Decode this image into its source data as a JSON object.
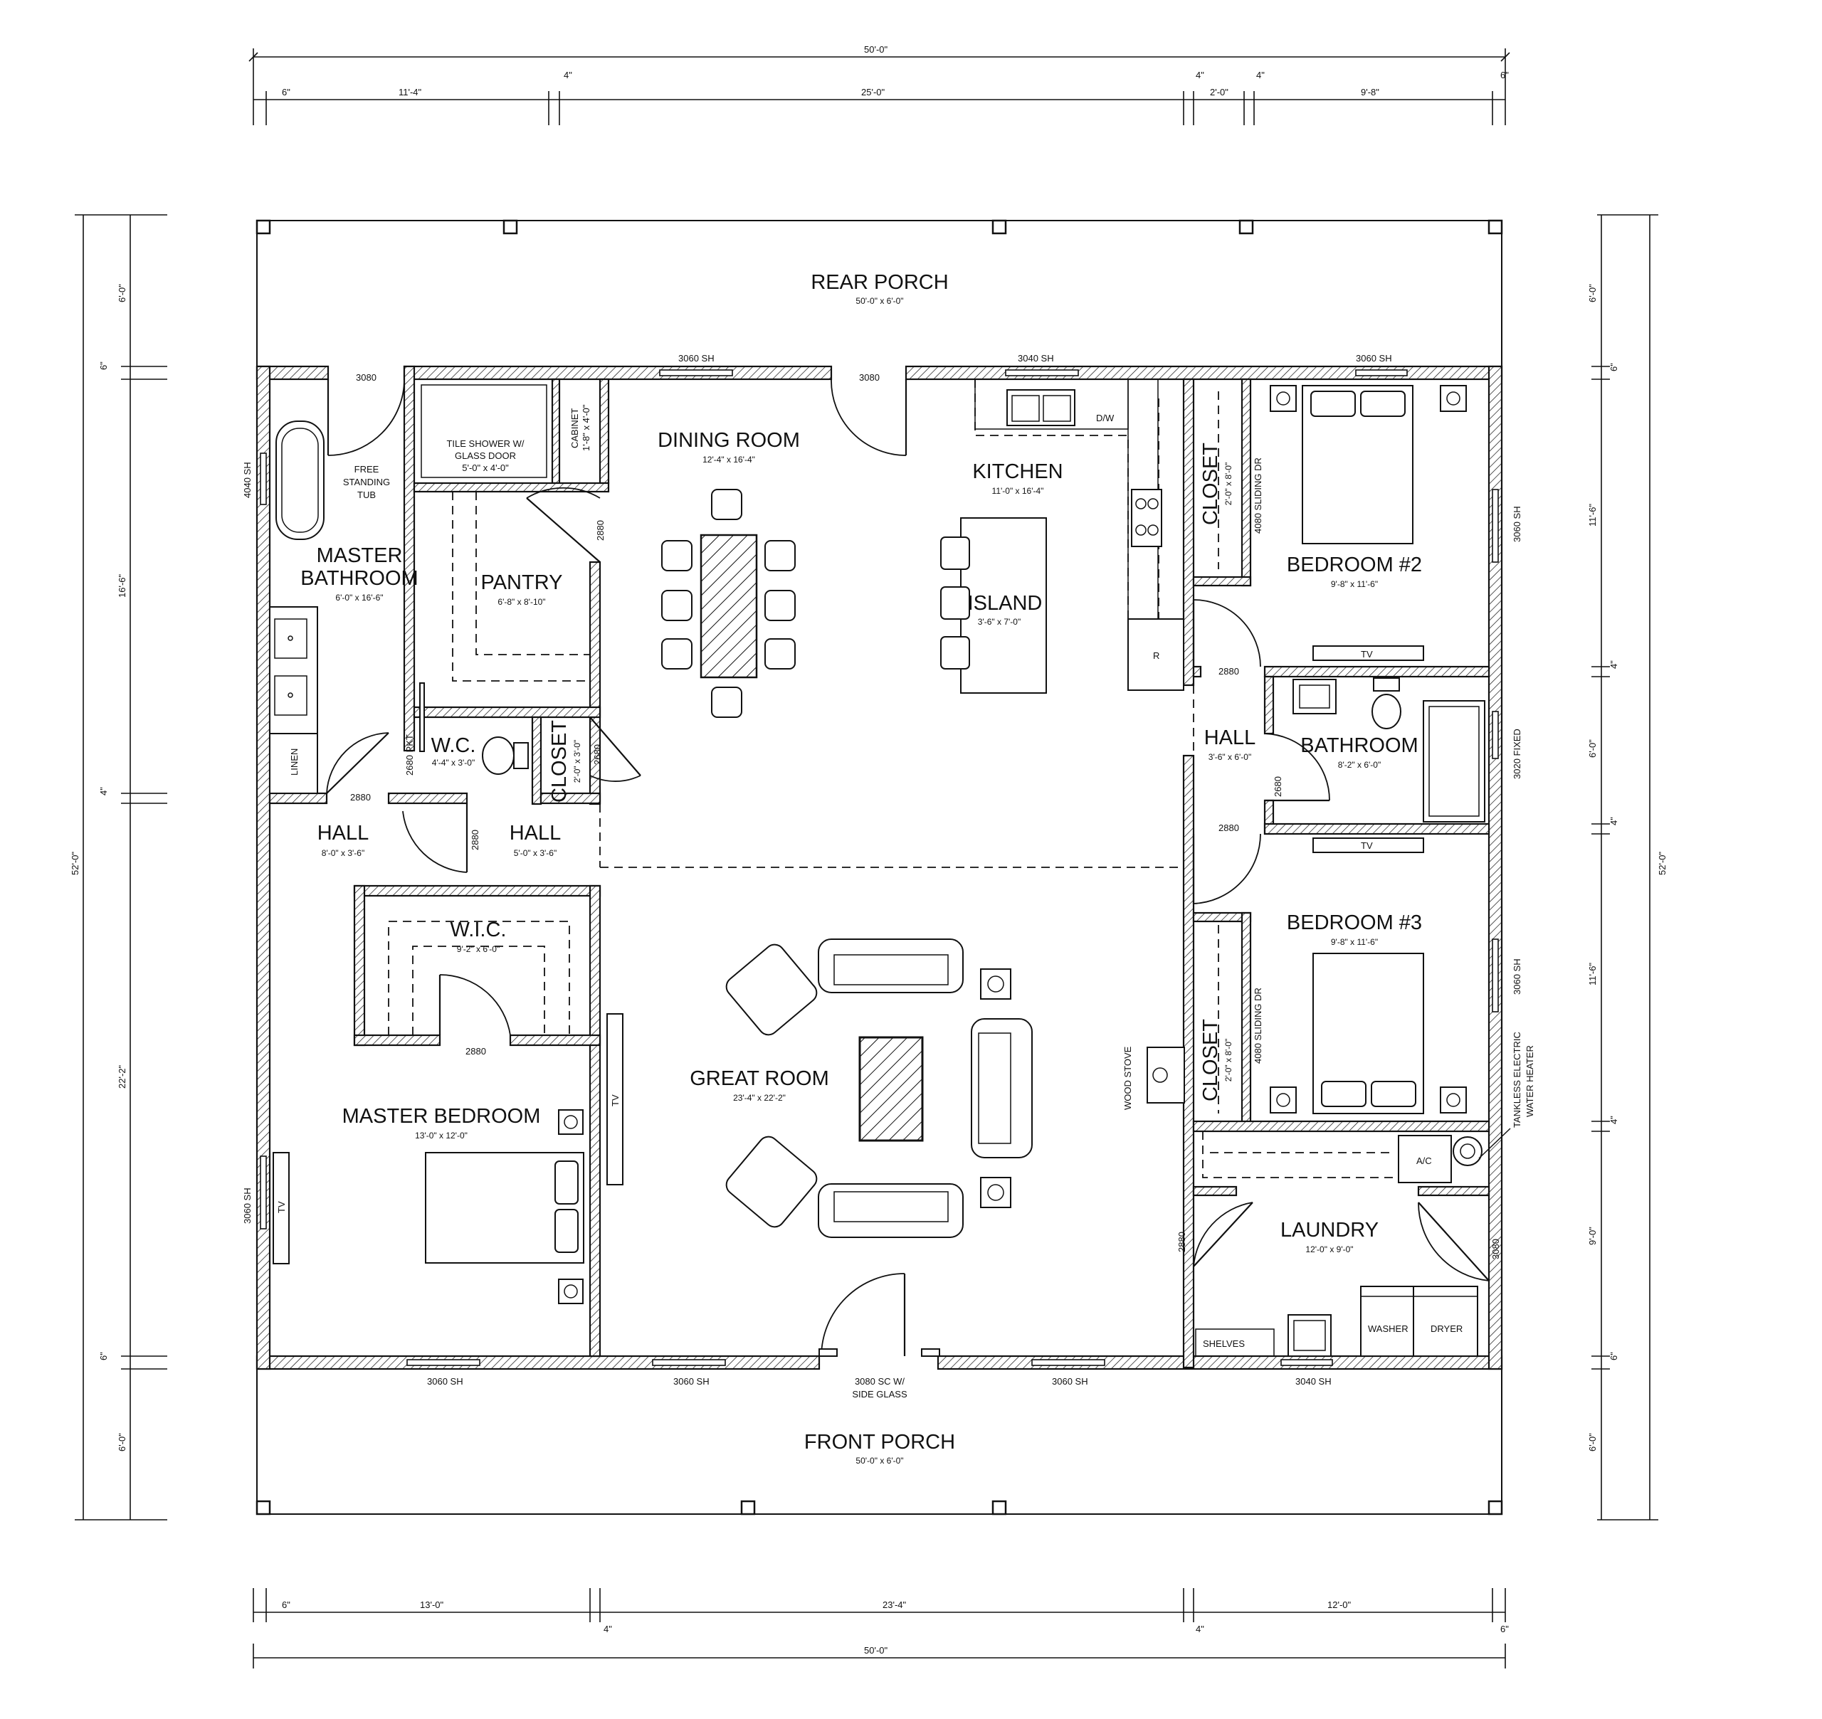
{
  "dimensions": {
    "top_overall": "50'-0\"",
    "top_segments": [
      "6\"",
      "11'-4\"",
      "4\"",
      "25'-0\"",
      "4\"",
      "2'-0\"",
      "4\"",
      "9'-8\"",
      "6\""
    ],
    "bottom_segments": [
      "6\"",
      "13'-0\"",
      "4\"",
      "23'-4\"",
      "4\"",
      "12'-0\"",
      "6\""
    ],
    "bottom_overall": "50'-0\"",
    "left_overall": "52'-0\"",
    "left_segments": [
      "6'-0\"",
      "6\"",
      "16'-6\"",
      "4\"",
      "22'-2\"",
      "6\"",
      "6'-0\""
    ],
    "right_overall": "52'-0\"",
    "right_segments": [
      "6'-0\"",
      "6\"",
      "11'-6\"",
      "4\"",
      "6'-0\"",
      "4\"",
      "11'-6\"",
      "4\"",
      "9'-0\"",
      "6\"",
      "6'-0\""
    ]
  },
  "rooms": {
    "rear_porch": {
      "name": "REAR PORCH",
      "dim": "50'-0\" x 6'-0\""
    },
    "front_porch": {
      "name": "FRONT PORCH",
      "dim": "50'-0\" x 6'-0\""
    },
    "dining_room": {
      "name": "DINING ROOM",
      "dim": "12'-4\" x 16'-4\""
    },
    "kitchen": {
      "name": "KITCHEN",
      "dim": "11'-0\" x 16'-4\""
    },
    "island": {
      "name": "ISLAND",
      "dim": "3'-6\" x 7'-0\""
    },
    "pantry": {
      "name": "PANTRY",
      "dim": "6'-8\" x 8'-10\""
    },
    "master_bathroom": {
      "name_line1": "MASTER",
      "name_line2": "BATHROOM",
      "dim": "6'-0\" x 16'-6\""
    },
    "wc": {
      "name": "W.C.",
      "dim": "4'-4\" x 3'-0\""
    },
    "closet_wc": {
      "name": "CLOSET",
      "dim": "2'-0\" x 3'-0\""
    },
    "hall_left": {
      "name": "HALL",
      "dim": "8'-0\" x 3'-6\""
    },
    "hall_mid": {
      "name": "HALL",
      "dim": "5'-0\" x 3'-6\""
    },
    "wic": {
      "name": "W.I.C.",
      "dim": "9'-2\" x 6'-0\""
    },
    "master_bedroom": {
      "name": "MASTER BEDROOM",
      "dim": "13'-0\" x 12'-0\""
    },
    "great_room": {
      "name": "GREAT ROOM",
      "dim": "23'-4\" x 22'-2\""
    },
    "bedroom2": {
      "name": "BEDROOM #2",
      "dim": "9'-8\" x 11'-6\""
    },
    "closet_b2": {
      "name": "CLOSET",
      "dim": "2'-0\" x 8'-0\""
    },
    "hall_right": {
      "name": "HALL",
      "dim": "3'-6\" x 6'-0\""
    },
    "bathroom": {
      "name": "BATHROOM",
      "dim": "8'-2\" x 6'-0\""
    },
    "bedroom3": {
      "name": "BEDROOM #3",
      "dim": "9'-8\" x 11'-6\""
    },
    "closet_b3": {
      "name": "CLOSET",
      "dim": "2'-0\" x 8'-0\""
    },
    "laundry": {
      "name": "LAUNDRY",
      "dim": "12'-0\" x 9'-0\""
    }
  },
  "labels": {
    "free_standing_tub": [
      "FREE",
      "STANDING",
      "TUB"
    ],
    "tile_shower": [
      "TILE SHOWER W/",
      "GLASS DOOR",
      "5'-0\" x 4'-0\""
    ],
    "cabinet": [
      "CABINET",
      "1'-8\" x 4'-0\""
    ],
    "dw": "D/W",
    "r": "R",
    "linen": "LINEN",
    "tv": "TV",
    "wood_stove": "WOOD STOVE",
    "ac": "A/C",
    "washer": "WASHER",
    "dryer": "DRYER",
    "shelves": "SHELVES",
    "water_heater": [
      "TANKLESS ELECTRIC",
      "WATER HEATER"
    ],
    "sliding_dr": "4080 SLIDING DR"
  },
  "doors": {
    "d3080": "3080",
    "d2880": "2880",
    "d2680": "2680",
    "d2680pkt": "2680 PKT",
    "front": [
      "3080 SC W/",
      "SIDE GLASS"
    ]
  },
  "windows": {
    "w3060": "3060 SH",
    "w3040": "3040 SH",
    "w4040": "4040 SH",
    "w3020": "3020 FIXED"
  }
}
